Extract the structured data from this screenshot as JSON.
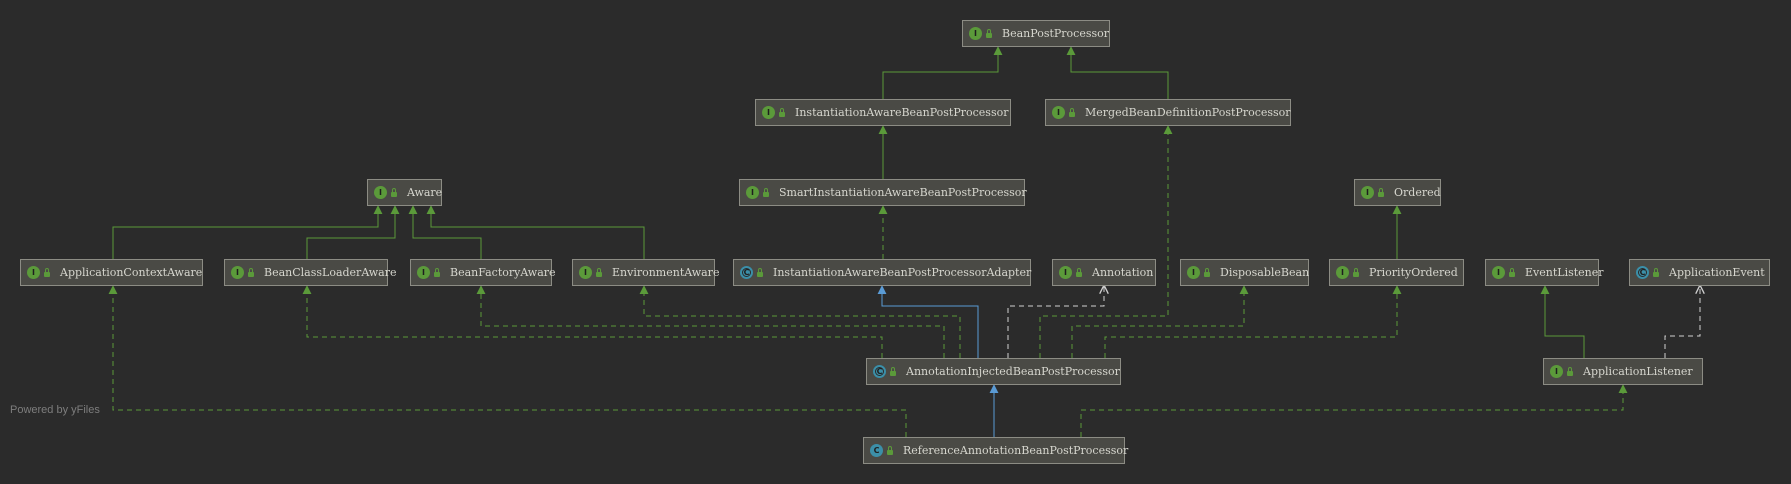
{
  "watermark": "Powered by yFiles",
  "colors": {
    "background": "#2b2b2b",
    "implements_edge": "#5b9a3a",
    "extends_edge": "#5a9bd5",
    "dependency_edge": "#d0d0d0"
  },
  "nodes": [
    {
      "id": "BeanPostProcessor",
      "label": "BeanPostProcessor",
      "kind": "interface"
    },
    {
      "id": "InstantiationAwareBeanPostProcessor",
      "label": "InstantiationAwareBeanPostProcessor",
      "kind": "interface"
    },
    {
      "id": "MergedBeanDefinitionPostProcessor",
      "label": "MergedBeanDefinitionPostProcessor",
      "kind": "interface"
    },
    {
      "id": "SmartInstantiationAwareBeanPostProcessor",
      "label": "SmartInstantiationAwareBeanPostProcessor",
      "kind": "interface"
    },
    {
      "id": "Aware",
      "label": "Aware",
      "kind": "interface"
    },
    {
      "id": "Ordered",
      "label": "Ordered",
      "kind": "interface"
    },
    {
      "id": "ApplicationContextAware",
      "label": "ApplicationContextAware",
      "kind": "interface"
    },
    {
      "id": "BeanClassLoaderAware",
      "label": "BeanClassLoaderAware",
      "kind": "interface"
    },
    {
      "id": "BeanFactoryAware",
      "label": "BeanFactoryAware",
      "kind": "interface"
    },
    {
      "id": "EnvironmentAware",
      "label": "EnvironmentAware",
      "kind": "interface"
    },
    {
      "id": "InstantiationAwareBeanPostProcessorAdapter",
      "label": "InstantiationAwareBeanPostProcessorAdapter",
      "kind": "abstract-class"
    },
    {
      "id": "Annotation",
      "label": "Annotation",
      "kind": "interface"
    },
    {
      "id": "DisposableBean",
      "label": "DisposableBean",
      "kind": "interface"
    },
    {
      "id": "PriorityOrdered",
      "label": "PriorityOrdered",
      "kind": "interface"
    },
    {
      "id": "EventListener",
      "label": "EventListener",
      "kind": "interface"
    },
    {
      "id": "ApplicationEvent",
      "label": "ApplicationEvent",
      "kind": "abstract-class"
    },
    {
      "id": "AnnotationInjectedBeanPostProcessor",
      "label": "AnnotationInjectedBeanPostProcessor",
      "kind": "abstract-class"
    },
    {
      "id": "ApplicationListener",
      "label": "ApplicationListener",
      "kind": "interface"
    },
    {
      "id": "ReferenceAnnotationBeanPostProcessor",
      "label": "ReferenceAnnotationBeanPostProcessor",
      "kind": "class"
    }
  ],
  "edges": [
    {
      "from": "InstantiationAwareBeanPostProcessor",
      "to": "BeanPostProcessor",
      "type": "extends-interface"
    },
    {
      "from": "MergedBeanDefinitionPostProcessor",
      "to": "BeanPostProcessor",
      "type": "extends-interface"
    },
    {
      "from": "SmartInstantiationAwareBeanPostProcessor",
      "to": "InstantiationAwareBeanPostProcessor",
      "type": "extends-interface"
    },
    {
      "from": "InstantiationAwareBeanPostProcessorAdapter",
      "to": "SmartInstantiationAwareBeanPostProcessor",
      "type": "implements"
    },
    {
      "from": "ApplicationContextAware",
      "to": "Aware",
      "type": "extends-interface"
    },
    {
      "from": "BeanClassLoaderAware",
      "to": "Aware",
      "type": "extends-interface"
    },
    {
      "from": "BeanFactoryAware",
      "to": "Aware",
      "type": "extends-interface"
    },
    {
      "from": "EnvironmentAware",
      "to": "Aware",
      "type": "extends-interface"
    },
    {
      "from": "PriorityOrdered",
      "to": "Ordered",
      "type": "extends-interface"
    },
    {
      "from": "ApplicationListener",
      "to": "EventListener",
      "type": "extends-interface"
    },
    {
      "from": "ApplicationListener",
      "to": "ApplicationEvent",
      "type": "dependency"
    },
    {
      "from": "AnnotationInjectedBeanPostProcessor",
      "to": "InstantiationAwareBeanPostProcessorAdapter",
      "type": "extends-class"
    },
    {
      "from": "AnnotationInjectedBeanPostProcessor",
      "to": "BeanClassLoaderAware",
      "type": "implements"
    },
    {
      "from": "AnnotationInjectedBeanPostProcessor",
      "to": "BeanFactoryAware",
      "type": "implements"
    },
    {
      "from": "AnnotationInjectedBeanPostProcessor",
      "to": "EnvironmentAware",
      "type": "implements"
    },
    {
      "from": "AnnotationInjectedBeanPostProcessor",
      "to": "Annotation",
      "type": "dependency"
    },
    {
      "from": "AnnotationInjectedBeanPostProcessor",
      "to": "MergedBeanDefinitionPostProcessor",
      "type": "implements"
    },
    {
      "from": "AnnotationInjectedBeanPostProcessor",
      "to": "DisposableBean",
      "type": "implements"
    },
    {
      "from": "AnnotationInjectedBeanPostProcessor",
      "to": "PriorityOrdered",
      "type": "implements"
    },
    {
      "from": "ReferenceAnnotationBeanPostProcessor",
      "to": "AnnotationInjectedBeanPostProcessor",
      "type": "extends-class"
    },
    {
      "from": "ReferenceAnnotationBeanPostProcessor",
      "to": "ApplicationContextAware",
      "type": "implements"
    },
    {
      "from": "ReferenceAnnotationBeanPostProcessor",
      "to": "ApplicationListener",
      "type": "implements"
    }
  ]
}
